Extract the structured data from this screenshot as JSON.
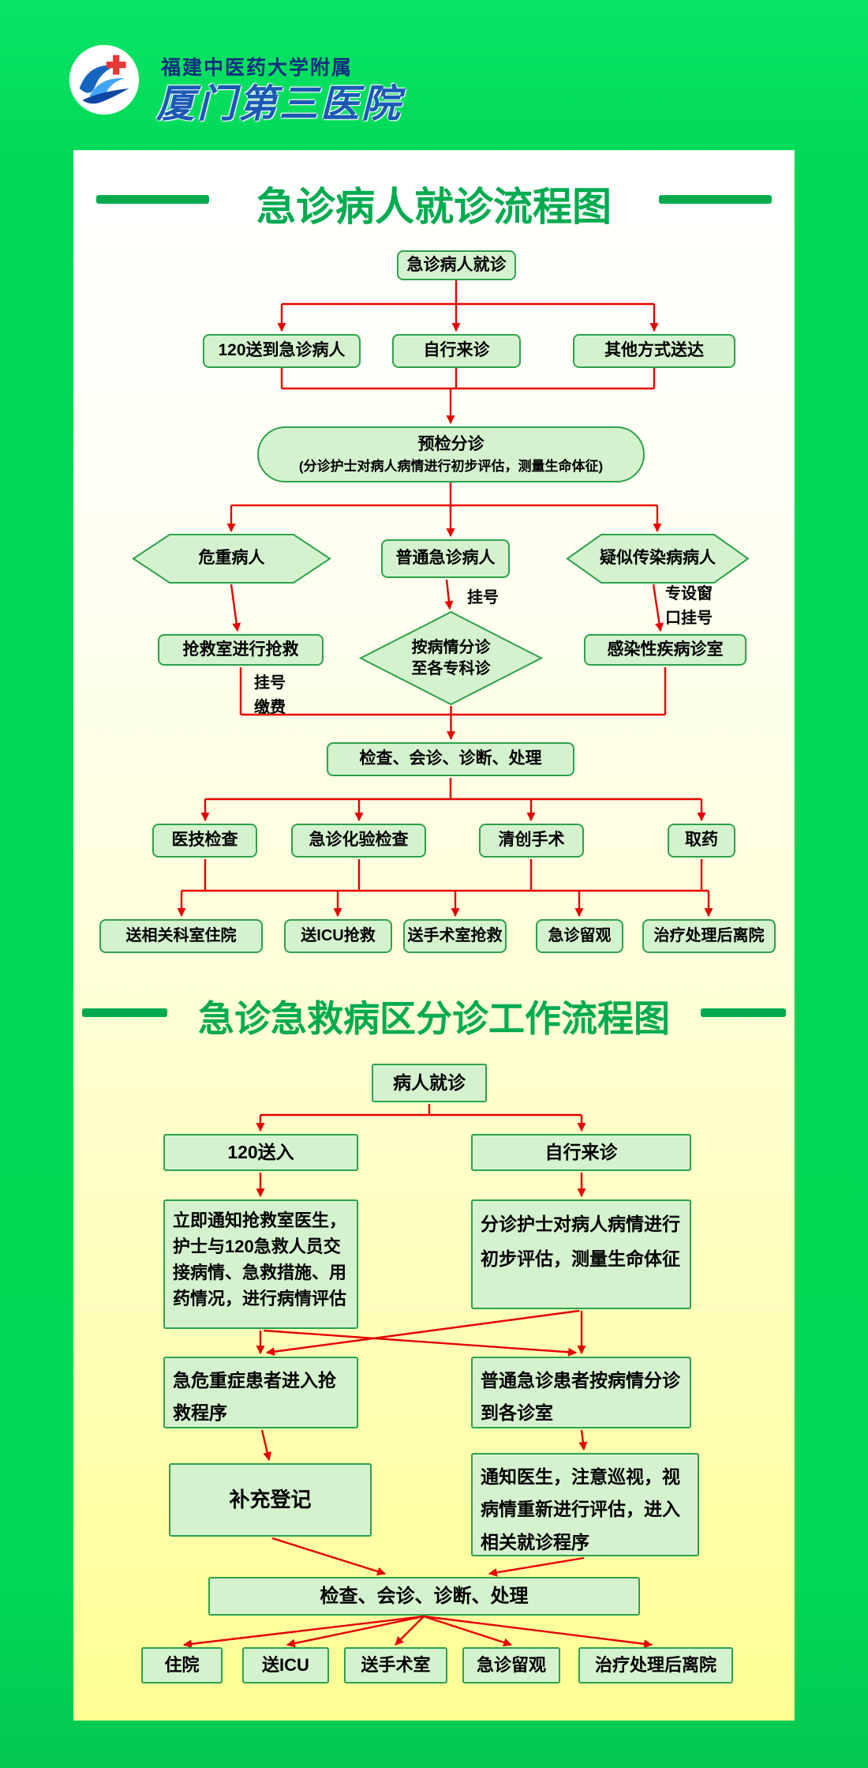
{
  "header": {
    "affiliation": "福建中医药大学附属",
    "hospital_name": "厦门第三医院",
    "logo_icon": "hospital-logo-waves-red-cross"
  },
  "colors": {
    "background_green": "#00d956",
    "panel_yellow_bottom": "#ffff94",
    "node_fill": "#d5f2cf",
    "node_border": "#2ca24c",
    "arrow_red": "#e60000",
    "title_green": "#00ab50"
  },
  "flowchart1": {
    "title": "急诊病人就诊流程图",
    "nodes": {
      "start": "急诊病人就诊",
      "arrive_120": "120送到急诊病人",
      "arrive_self": "自行来诊",
      "arrive_other": "其他方式送达",
      "triage_main": "预检分诊",
      "triage_sub": "(分诊护士对病人病情进行初步评估，测量生命体征)",
      "critical": "危重病人",
      "ordinary": "普通急诊病人",
      "infectious": "疑似传染病病人",
      "rescue_room": "抢救室进行抢救",
      "note_register": "挂号",
      "note_pay": "缴费",
      "label_register": "挂号",
      "diamond_line1": "按病情分诊",
      "diamond_line2": "至各专科诊",
      "special_window_line1": "专设窗",
      "special_window_line2": "口挂号",
      "infection_room": "感染性疾病诊室",
      "process": "检查、会诊、诊断、处理",
      "tech_exam": "医技检查",
      "lab_exam": "急诊化验检查",
      "surgery": "清创手术",
      "medicine": "取药",
      "admit": "送相关科室住院",
      "icu": "送ICU抢救",
      "operation": "送手术室抢救",
      "observation": "急诊留观",
      "discharge": "治疗处理后离院"
    }
  },
  "flowchart2": {
    "title": "急诊急救病区分诊工作流程图",
    "nodes": {
      "start": "病人就诊",
      "arrive_120": "120送入",
      "arrive_self": "自行来诊",
      "handover": "立即通知抢救室医生，护士与120急救人员交接病情、急救措施、用药情况，进行病情评估",
      "assess": "分诊护士对病人病情进行初步评估，测量生命体征",
      "critical": "急危重症患者进入抢救程序",
      "ordinary": "普通急诊患者按病情分诊到各诊室",
      "register": "补充登记",
      "notify": "通知医生，注意巡视，视病情重新进行评估，进入相关就诊程序",
      "process": "检查、会诊、诊断、处理",
      "admit": "住院",
      "icu": "送ICU",
      "operation": "送手术室",
      "observation": "急诊留观",
      "discharge": "治疗处理后离院"
    }
  }
}
